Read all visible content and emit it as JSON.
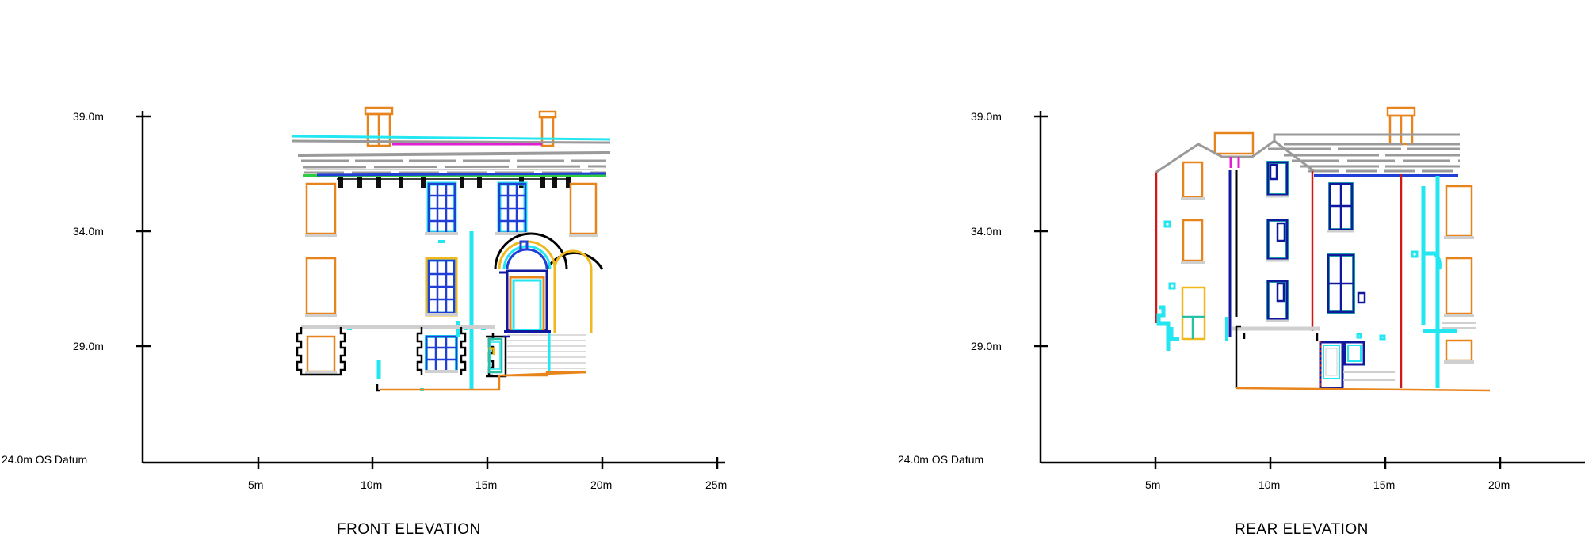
{
  "palette": {
    "axis": "#000000",
    "orange": "#e8841c",
    "blue": "#1f3fd6",
    "navy": "#10189e",
    "cyan": "#22e6f0",
    "grey": "#9a9a9a",
    "lightgrey": "#cfcfcf",
    "magenta": "#e020d0",
    "green": "#2ecc40",
    "red": "#d01818",
    "yellow": "#f0b81c",
    "teal": "#27c1a8"
  },
  "front": {
    "title": "FRONT ELEVATION",
    "datum_label": "24.0m OS Datum",
    "y_ticks": [
      "39.0m",
      "34.0m",
      "29.0m"
    ],
    "x_ticks": [
      "5m",
      "10m",
      "15m",
      "20m",
      "25m"
    ]
  },
  "rear": {
    "title": "REAR ELEVATION",
    "datum_label": "24.0m OS Datum",
    "y_ticks": [
      "39.0m",
      "34.0m",
      "29.0m"
    ],
    "x_ticks": [
      "5m",
      "10m",
      "15m",
      "20m"
    ]
  }
}
